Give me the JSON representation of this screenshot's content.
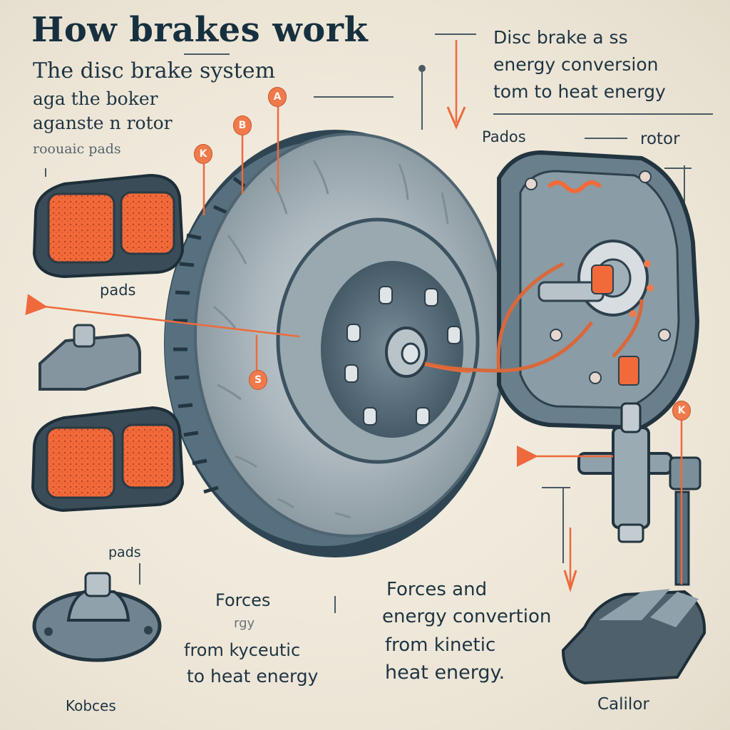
{
  "title": "How brakes work",
  "subtitle": "The  disc brake  system",
  "left_text": {
    "line1": "aga the boker",
    "line2": "aganste n rotor",
    "line3": "roouaic pads"
  },
  "right_text": {
    "line1": "Disc brake a ss",
    "line2": "energy conversion",
    "line3": "tom to heat energy"
  },
  "labels": {
    "pados": "Pados",
    "rotor": "rotor",
    "pads_upper": "pads",
    "pads_lower": "pads",
    "kobces": "Kobces",
    "calilor": "Calilor"
  },
  "forces_left": {
    "line1": "Forces",
    "line2": "rgy",
    "line3": "from kyceutic",
    "line4": "to heat energy"
  },
  "forces_right": {
    "line1": "Forces and",
    "line2": "energy convertion",
    "line3": "from kinetic",
    "line4": "heat energy."
  },
  "badges": {
    "a": "A",
    "b": "B",
    "c": "K",
    "d": "S",
    "e": "K"
  },
  "colors": {
    "accent": "#f07a4b",
    "pad": "#f26a3a",
    "metal": "#5d7483",
    "ink": "#1f3442",
    "background": "#efe9dc"
  }
}
